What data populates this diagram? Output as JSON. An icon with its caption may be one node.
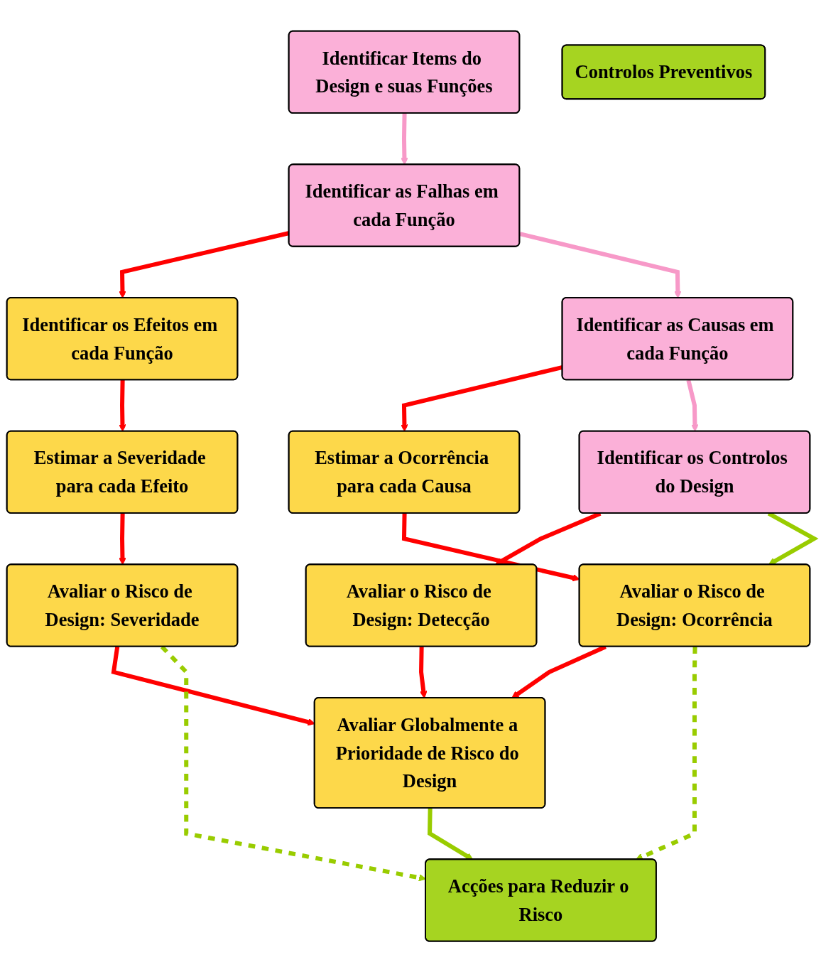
{
  "diagram": {
    "nodes": [
      {
        "text": [
          "Identificar Items do Design e suas Funções"
        ]
      },
      {
        "text": [
          "Identificar os Efeitos em cada Função"
        ]
      },
      {
        "text": [
          "Identificar as Falhas em cada Função"
        ]
      },
      {
        "text": [
          "Estimar a Severidade para cada Efeito"
        ]
      },
      {
        "text": [
          "Identificar as Causas em cada Função"
        ]
      },
      {
        "text": [
          "Estimar a Ocorrência para cada Causa"
        ]
      },
      {
        "text": [
          "Identificar os Controlos do Design"
        ]
      },
      {
        "text": [
          "Controlos Preventivos"
        ]
      },
      {
        "text": [
          "Avaliar o Risco de Design: Severidade"
        ]
      },
      {
        "text": [
          "Avaliar o Risco de Design: Detecção"
        ]
      },
      {
        "text": [
          "Avaliar o Risco de Design: Ocorrência"
        ]
      },
      {
        "text": [
          "Avaliar Globalmente a Prioridade de Risco do Design"
        ]
      },
      {
        "text": [
          "Acções para Reduzir o Risco"
        ]
      }
    ],
    "edges": [
      {
        "from": 0,
        "to": 2,
        "arrow": "to",
        "color": "#f799c8"
      },
      {
        "from": 2,
        "to": 1,
        "arrow": "to"
      },
      {
        "from": 1,
        "to": 3,
        "arrow": "to"
      },
      {
        "from": 2,
        "to": 4,
        "arrow": "to",
        "color": "#f799c8"
      },
      {
        "from": 4,
        "to": 5,
        "arrow": "to"
      },
      {
        "from": 4,
        "to": 6,
        "arrow": "to",
        "color": "#f799c8"
      },
      {
        "from": 3,
        "to": 8,
        "arrow": "to"
      },
      {
        "from": 5,
        "to": 10,
        "arrow": "to"
      },
      {
        "from": 6,
        "to": 9,
        "arrow": "to"
      },
      {
        "from": 6,
        "to": 10,
        "arrow": "to",
        "color": "#99cc00"
      },
      {
        "from": 8,
        "to": 11,
        "arrow": "to"
      },
      {
        "from": 9,
        "to": 11,
        "arrow": "to"
      },
      {
        "from": 10,
        "to": 11,
        "arrow": "to"
      },
      {
        "from": 11,
        "to": 12,
        "arrow": "to",
        "color": "#99cc00"
      },
      {
        "from": 8,
        "to": 12,
        "arrow": "to",
        "style": "dashed",
        "color": "#99cc00"
      },
      {
        "from": 10,
        "to": 12,
        "arrow": "to",
        "style": "dashed",
        "color": "#99cc00"
      }
    ]
  }
}
